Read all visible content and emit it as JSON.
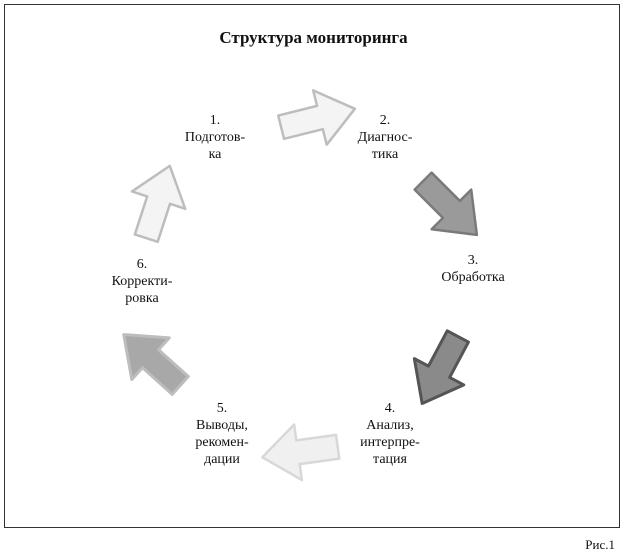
{
  "title": "Структура мониторинга",
  "steps": [
    {
      "num": "1.",
      "lines": [
        "Подготов-",
        "ка"
      ]
    },
    {
      "num": "2.",
      "lines": [
        "Диагнос-",
        "тика"
      ]
    },
    {
      "num": "3.",
      "lines": [
        "Обработка"
      ]
    },
    {
      "num": "4.",
      "lines": [
        "Анализ,",
        "интерпре-",
        "тация"
      ]
    },
    {
      "num": "5.",
      "lines": [
        "Выводы,",
        "рекомен-",
        "дации"
      ]
    },
    {
      "num": "6.",
      "lines": [
        "Корректи-",
        "ровка"
      ]
    }
  ],
  "figure_label": "Рис.1",
  "colors": {
    "light_arrow_fill": "#f4f4f4",
    "light_arrow_stroke": "#bdbdbd",
    "mid_arrow_fill": "#9a9a9a",
    "dark_arrow_fill": "#8a8a8a",
    "dark_arrow_stroke": "#555555",
    "faint_arrow_fill": "#f0f0f0",
    "faint_arrow_stroke": "#d8d8d8"
  }
}
